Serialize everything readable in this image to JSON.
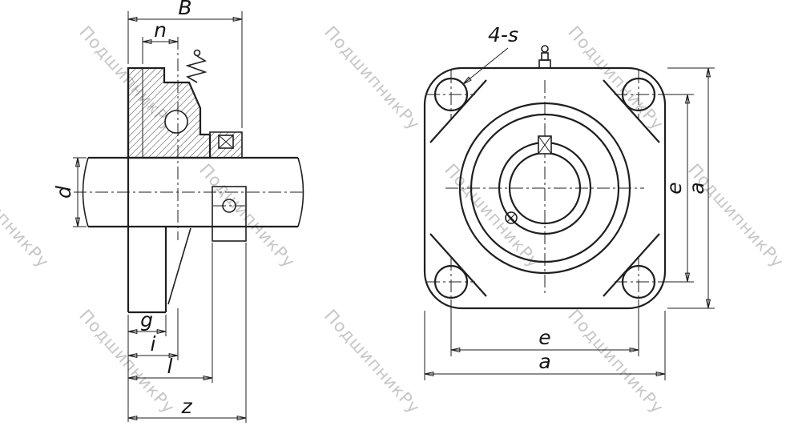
{
  "watermark": {
    "text": "ПодшипникРу"
  },
  "left_view": {
    "labels": {
      "B": "B",
      "n": "n",
      "d": "d",
      "g": "g",
      "i": "i",
      "l": "l",
      "z": "z"
    }
  },
  "right_view": {
    "labels": {
      "bolt_holes": "4-s",
      "e_vertical": "e",
      "a_vertical": "a",
      "e_horizontal": "e",
      "a_horizontal": "a"
    }
  }
}
